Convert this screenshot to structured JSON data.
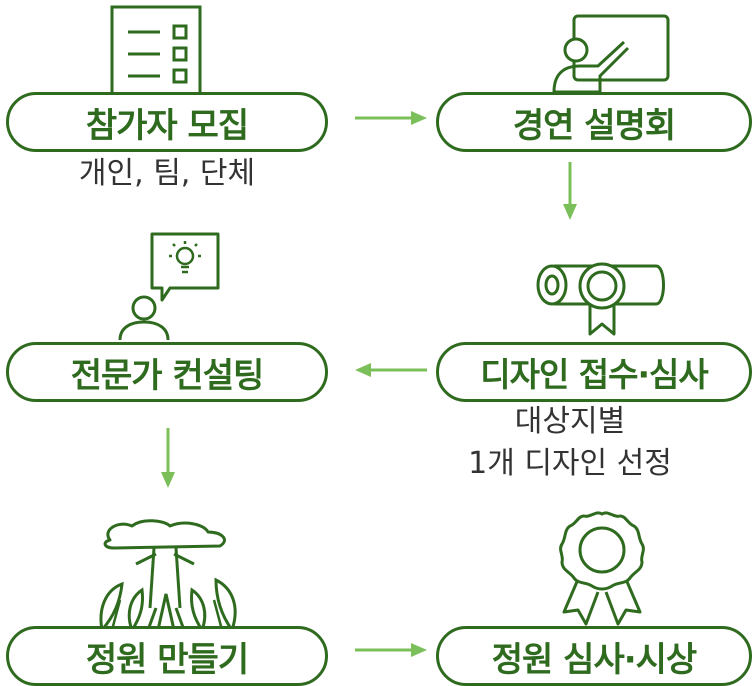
{
  "steps": [
    {
      "title": "참가자 모집",
      "sub": "개인, 팀, 단체",
      "icon": "checklist-icon"
    },
    {
      "title": "경연 설명회",
      "sub": "",
      "icon": "presenter-icon"
    },
    {
      "title": "디자인 접수·심사",
      "sub1": "대상지별",
      "sub2": "1개 디자인 선정",
      "icon": "certificate-scroll-icon"
    },
    {
      "title": "전문가 컨설팅",
      "sub": "",
      "icon": "consulting-idea-icon"
    },
    {
      "title": "정원 만들기",
      "sub": "",
      "icon": "garden-plants-icon"
    },
    {
      "title": "정원 심사·시상",
      "sub": "",
      "icon": "award-rosette-icon"
    }
  ],
  "colors": {
    "primary_dark": "#2f6b1f",
    "arrow": "#7bbf5a",
    "text": "#333333"
  }
}
